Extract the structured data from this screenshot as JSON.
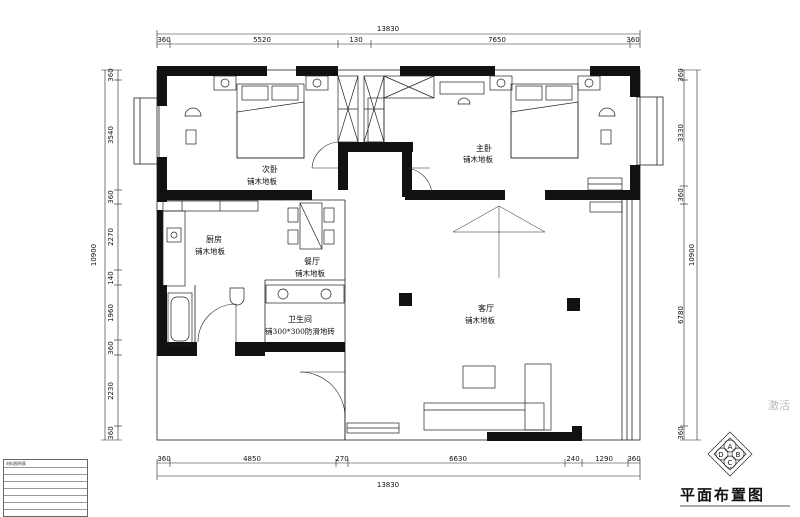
{
  "drawing": {
    "title": "平面布置图",
    "total_width_top": "13830",
    "total_width_bottom": "13830",
    "total_height_left": "10900",
    "total_height_right": "10900",
    "top_dims": [
      "360",
      "5520",
      "130",
      "7650",
      "360"
    ],
    "bottom_dims": [
      "360",
      "4850",
      "270",
      "6630",
      "240",
      "1290",
      "360"
    ],
    "left_dims": [
      "360",
      "3540",
      "360",
      "2270",
      "140",
      "1960",
      "360",
      "2230",
      "360"
    ],
    "right_dims": [
      "360",
      "3330",
      "360",
      "6780",
      "360"
    ]
  },
  "rooms": {
    "second_bedroom": {
      "name": "次卧",
      "floor": "铺木地板"
    },
    "master_bedroom": {
      "name": "主卧",
      "floor": "铺木地板"
    },
    "kitchen": {
      "name": "厨房",
      "floor": "铺木地板"
    },
    "dining": {
      "name": "餐厅",
      "floor": "铺木地板"
    },
    "living": {
      "name": "客厅",
      "floor": "铺木地板"
    },
    "bathroom": {
      "name": "卫生间",
      "floor": "铺300*300防滑地砖"
    }
  },
  "compass": {
    "a": "A",
    "b": "B",
    "c": "C",
    "d": "D"
  },
  "legend": {
    "title": "材料图例表"
  },
  "watermark": "激活"
}
